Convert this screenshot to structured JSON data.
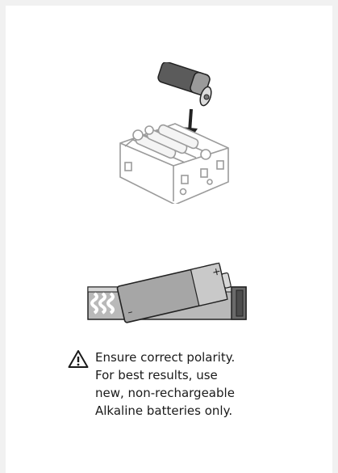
{
  "illustrations": [
    {
      "name": "battery-insert-illustration"
    },
    {
      "name": "battery-polarity-illustration",
      "plus_sign": "+",
      "minus_sign": "–"
    }
  ],
  "warning": {
    "icon": "warning-triangle-icon",
    "lines": [
      "Ensure correct polarity.",
      "For best results, use",
      "new, non-rechargeable",
      "Alkaline batteries only."
    ]
  }
}
